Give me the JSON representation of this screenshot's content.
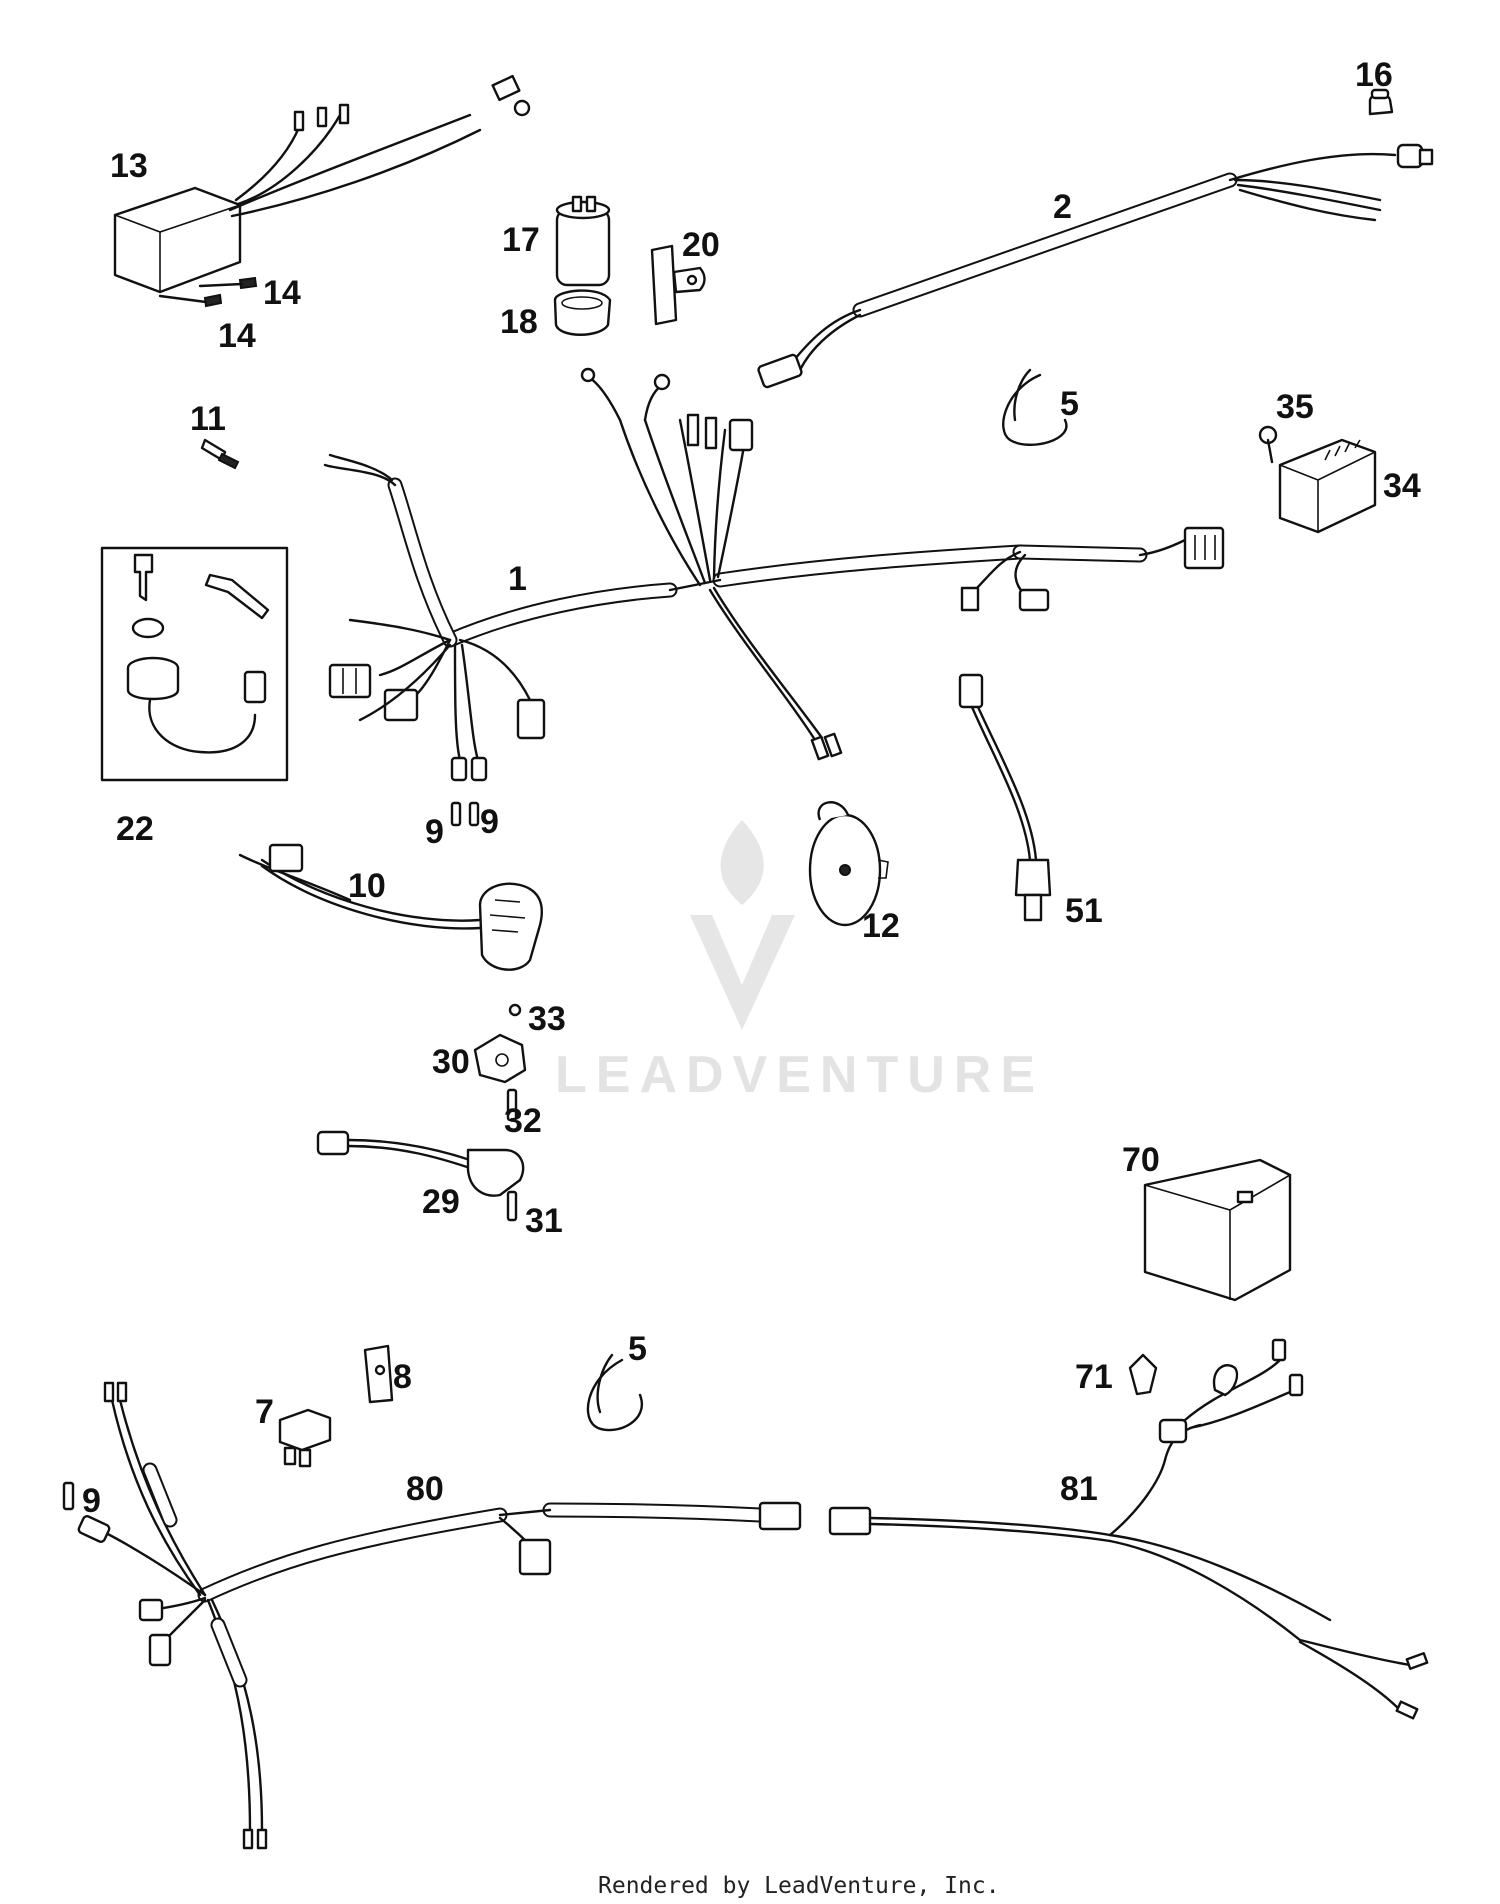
{
  "diagram": {
    "callouts": [
      {
        "id": "c1",
        "label": "1"
      },
      {
        "id": "c2",
        "label": "2"
      },
      {
        "id": "c5a",
        "label": "5"
      },
      {
        "id": "c5b",
        "label": "5"
      },
      {
        "id": "c7",
        "label": "7"
      },
      {
        "id": "c8",
        "label": "8"
      },
      {
        "id": "c9a",
        "label": "9"
      },
      {
        "id": "c9b",
        "label": "9"
      },
      {
        "id": "c9c",
        "label": "9"
      },
      {
        "id": "c10",
        "label": "10"
      },
      {
        "id": "c11",
        "label": "11"
      },
      {
        "id": "c12",
        "label": "12"
      },
      {
        "id": "c13",
        "label": "13"
      },
      {
        "id": "c14a",
        "label": "14"
      },
      {
        "id": "c14b",
        "label": "14"
      },
      {
        "id": "c16",
        "label": "16"
      },
      {
        "id": "c17",
        "label": "17"
      },
      {
        "id": "c18",
        "label": "18"
      },
      {
        "id": "c20",
        "label": "20"
      },
      {
        "id": "c22",
        "label": "22"
      },
      {
        "id": "c29",
        "label": "29"
      },
      {
        "id": "c30",
        "label": "30"
      },
      {
        "id": "c31",
        "label": "31"
      },
      {
        "id": "c32",
        "label": "32"
      },
      {
        "id": "c33",
        "label": "33"
      },
      {
        "id": "c34",
        "label": "34"
      },
      {
        "id": "c35",
        "label": "35"
      },
      {
        "id": "c51",
        "label": "51"
      },
      {
        "id": "c70",
        "label": "70"
      },
      {
        "id": "c71",
        "label": "71"
      },
      {
        "id": "c80",
        "label": "80"
      },
      {
        "id": "c81",
        "label": "81"
      }
    ]
  },
  "watermark": {
    "brand": "LEADVENTURE"
  },
  "footer": {
    "text": "Rendered by LeadVenture, Inc."
  },
  "colors": {
    "line": "#111111",
    "background": "#ffffff",
    "watermark": "#e3e3e3"
  }
}
